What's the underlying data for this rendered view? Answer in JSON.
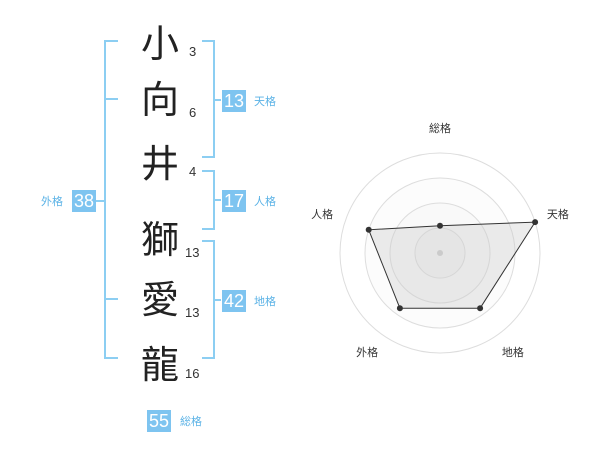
{
  "characters": [
    {
      "char": "小",
      "strokes": "3"
    },
    {
      "char": "向",
      "strokes": "6"
    },
    {
      "char": "井",
      "strokes": "4"
    },
    {
      "char": "獅",
      "strokes": "13"
    },
    {
      "char": "愛",
      "strokes": "13"
    },
    {
      "char": "龍",
      "strokes": "16"
    }
  ],
  "kaku": {
    "tenkaku": {
      "value": "13",
      "label": "天格"
    },
    "jinkaku": {
      "value": "17",
      "label": "人格"
    },
    "chikaku": {
      "value": "42",
      "label": "地格"
    },
    "gaikaku": {
      "value": "38",
      "label": "外格"
    },
    "soukaku": {
      "value": "55",
      "label": "総格"
    }
  },
  "colors": {
    "accent": "#7ec4f0",
    "bracket": "#8ccef2",
    "text": "#222222"
  },
  "chart_data": {
    "type": "radar",
    "axes": [
      "総格",
      "天格",
      "地格",
      "外格",
      "人格"
    ],
    "values": [
      1.2,
      4.4,
      3.0,
      3.0,
      3.3
    ],
    "rlim": [
      0,
      4.4
    ],
    "rings": 4
  }
}
